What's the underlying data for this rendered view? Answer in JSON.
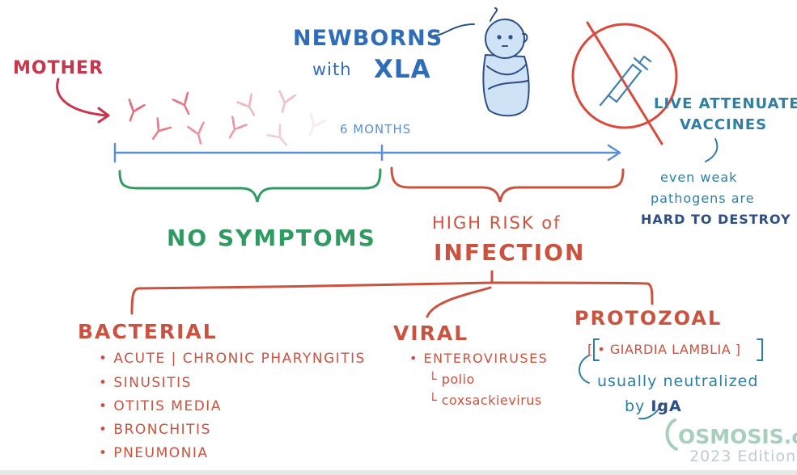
{
  "labels": {
    "mother": "MOTHER",
    "newborns": "NEWBORNS",
    "with": "with",
    "xla": "XLA",
    "six_months": "6 MONTHS",
    "no_symptoms": "NO SYMPTOMS",
    "high_risk": "HIGH RISK of",
    "infection": "INFECTION",
    "live_attenuated": "LIVE ATTENUATED",
    "vaccines": "VACCINES",
    "note_line1": "even weak",
    "note_line2": "pathogens are",
    "note_line3": "HARD TO DESTROY"
  },
  "categories": {
    "bacterial": {
      "title": "BACTERIAL",
      "items": [
        "• ACUTE | CHRONIC PHARYNGITIS",
        "• SINUSITIS",
        "• OTITIS MEDIA",
        "• BRONCHITIS",
        "• PNEUMONIA"
      ]
    },
    "viral": {
      "title": "VIRAL",
      "items": [
        "• ENTEROVIRUSES",
        "└ polio",
        "└ coxsackievirus"
      ]
    },
    "protozoal": {
      "title": "PROTOZOAL",
      "items": [
        "[ • GIARDIA LAMBLIA ]"
      ],
      "note_line1": "usually neutralized",
      "note_line2_prefix": "by",
      "note_line2_bold": "IgA"
    }
  },
  "watermark": {
    "brand": "OSMOSIS.org",
    "edition": "2023 Edition"
  },
  "colors": {
    "timeline": "#5b8fd4",
    "green_brace": "#2f9a62",
    "red": "#c9533f",
    "mother": "#c8364c",
    "antibody": "#e0707e",
    "prohibit": "#d94a3c",
    "syringe": "#3f7fb0"
  }
}
